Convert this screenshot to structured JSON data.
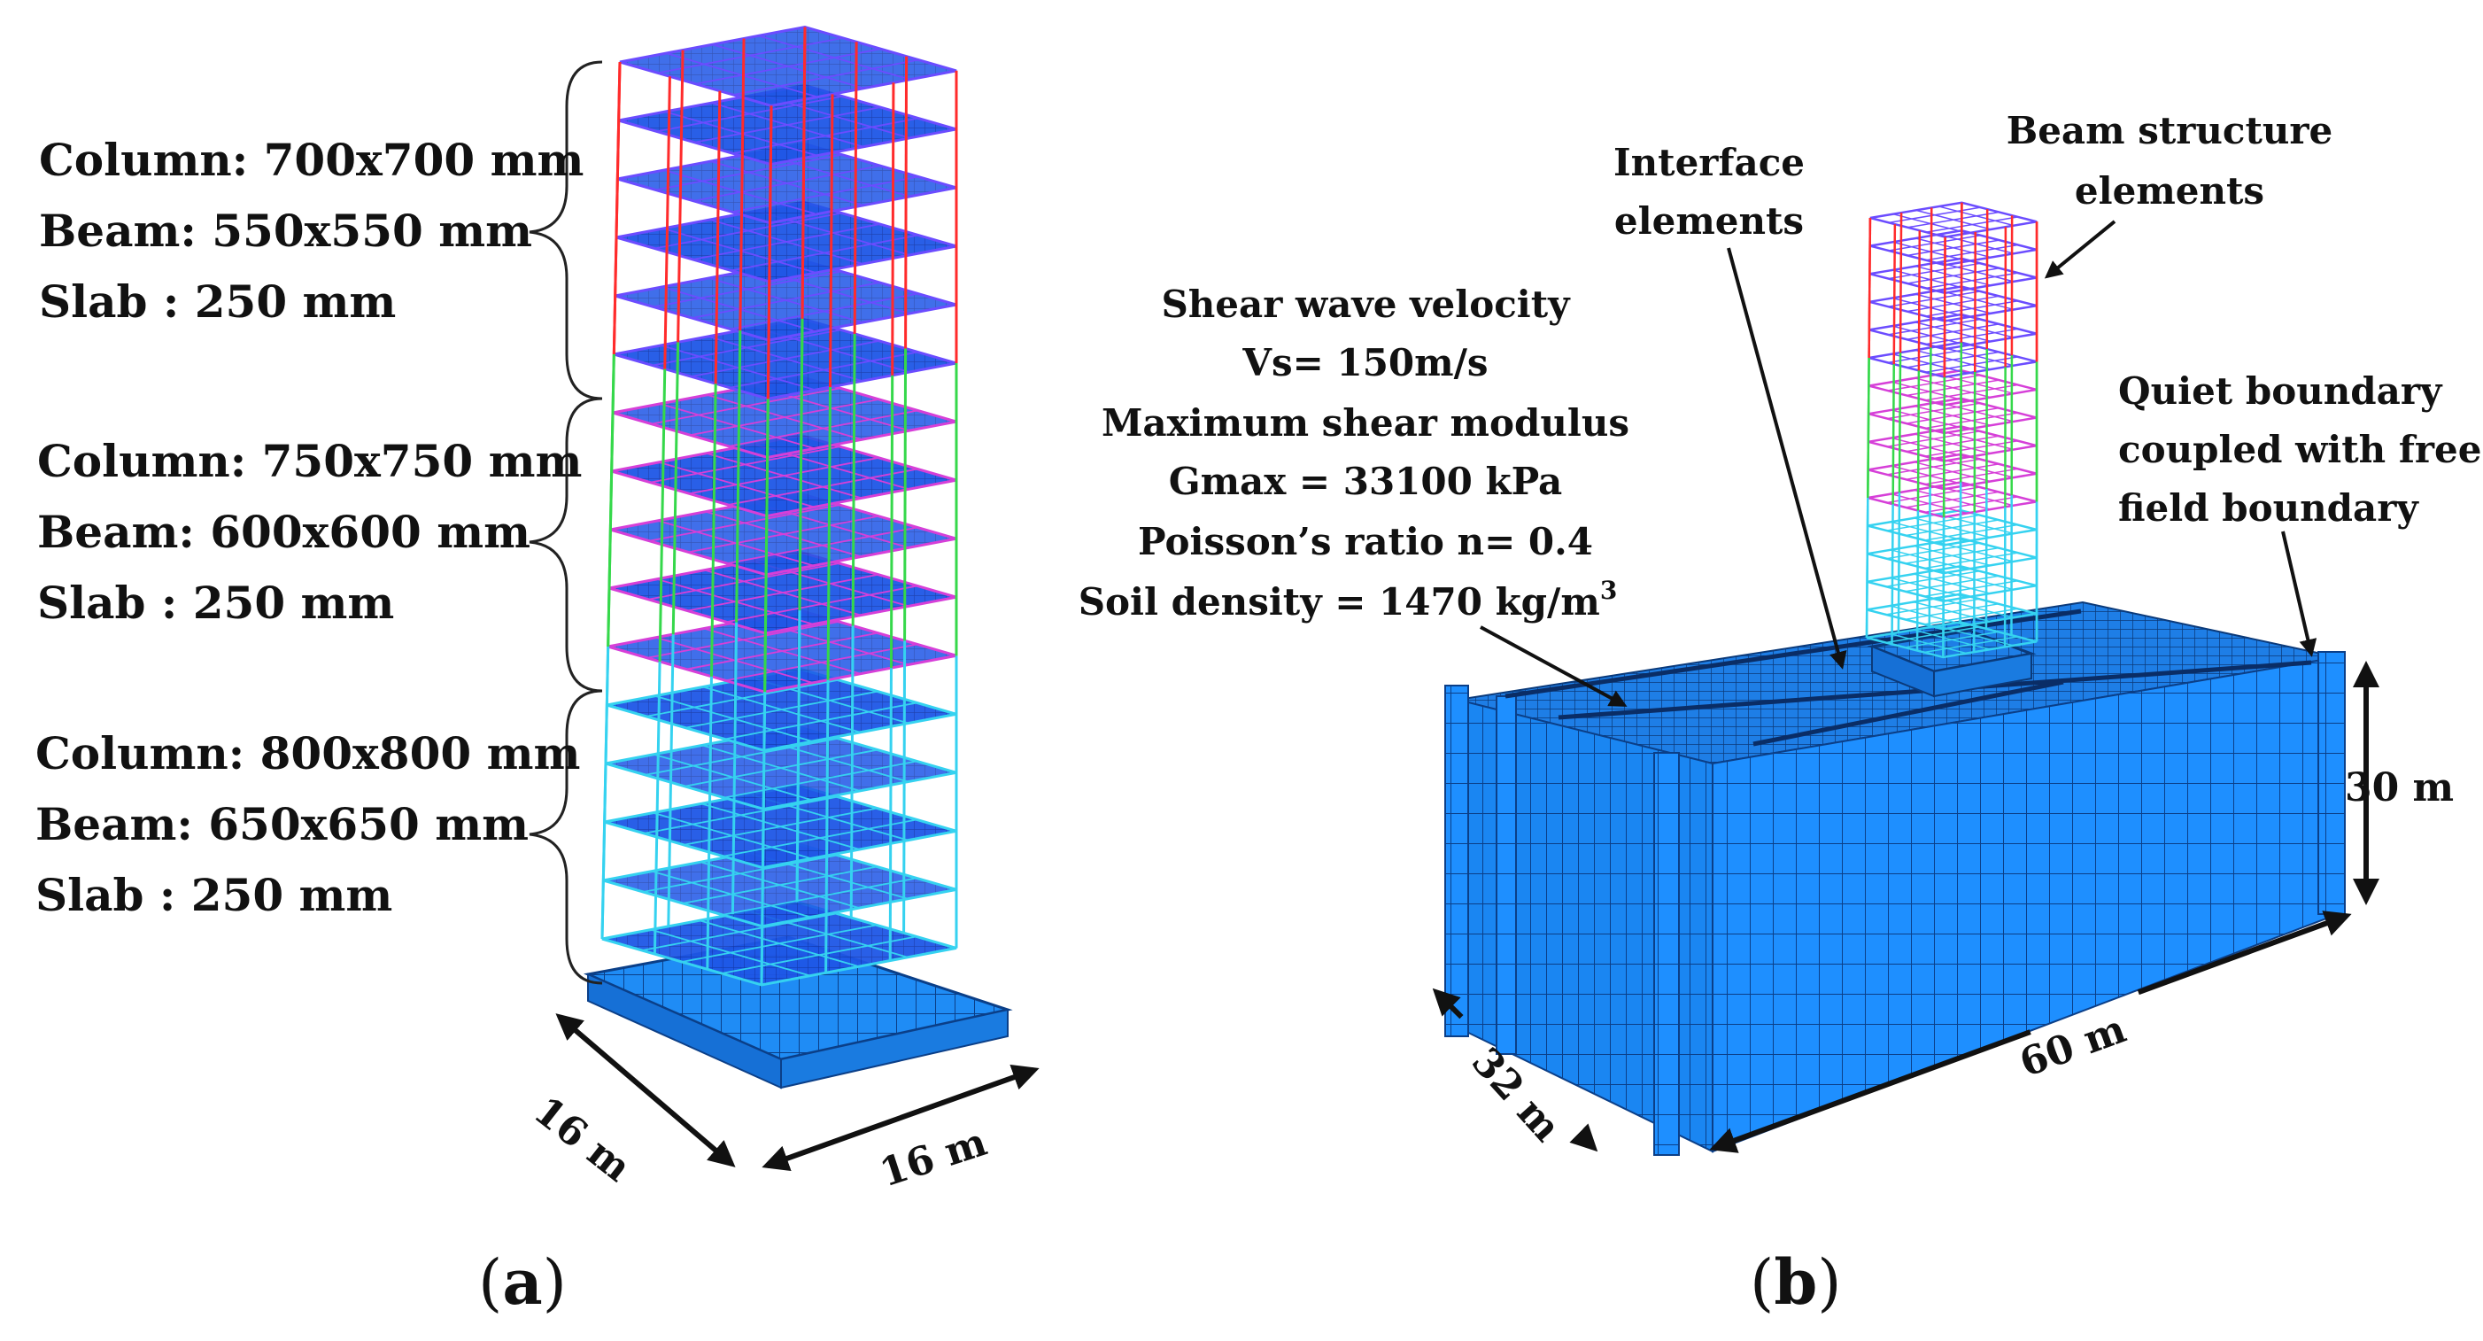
{
  "panel_a": {
    "label_letter": "a",
    "groups": [
      {
        "column": "Column: 700x700 mm",
        "beam": "Beam: 550x550 mm",
        "slab": "Slab : 250 mm"
      },
      {
        "column": "Column: 750x750 mm",
        "beam": "Beam: 600x600 mm",
        "slab": "Slab : 250 mm"
      },
      {
        "column": "Column: 800x800 mm",
        "beam": "Beam: 650x650 mm",
        "slab": "Slab : 250 mm"
      }
    ],
    "dimensions": {
      "left": "16 m",
      "right": "16 m"
    }
  },
  "panel_b": {
    "label_letter": "b",
    "interface_label": [
      "Interface",
      "elements"
    ],
    "beam_label": [
      "Beam structure",
      "elements"
    ],
    "soil_props": [
      "Shear wave velocity",
      "Vs= 150m/s",
      "Maximum shear modulus",
      "Gmax = 33100 kPa",
      "Poisson’s ratio n= 0.4",
      "Soil density = 1470 kg/m",
      "3"
    ],
    "boundary_label": [
      "Quiet boundary",
      "coupled with free-",
      "field boundary"
    ],
    "dimensions": {
      "height": "30 m",
      "length": "60 m",
      "width": "32 m"
    }
  },
  "colors": {
    "red_frame": "#ff2b2b",
    "green_frame": "#35d84a",
    "cyan_frame": "#35d2f0",
    "magenta_beam": "#d63fd8",
    "purple_beam": "#6b4cff",
    "slab_blue": "#1a4fe0",
    "soil_blue": "#1e90ff",
    "text": "#111111"
  }
}
